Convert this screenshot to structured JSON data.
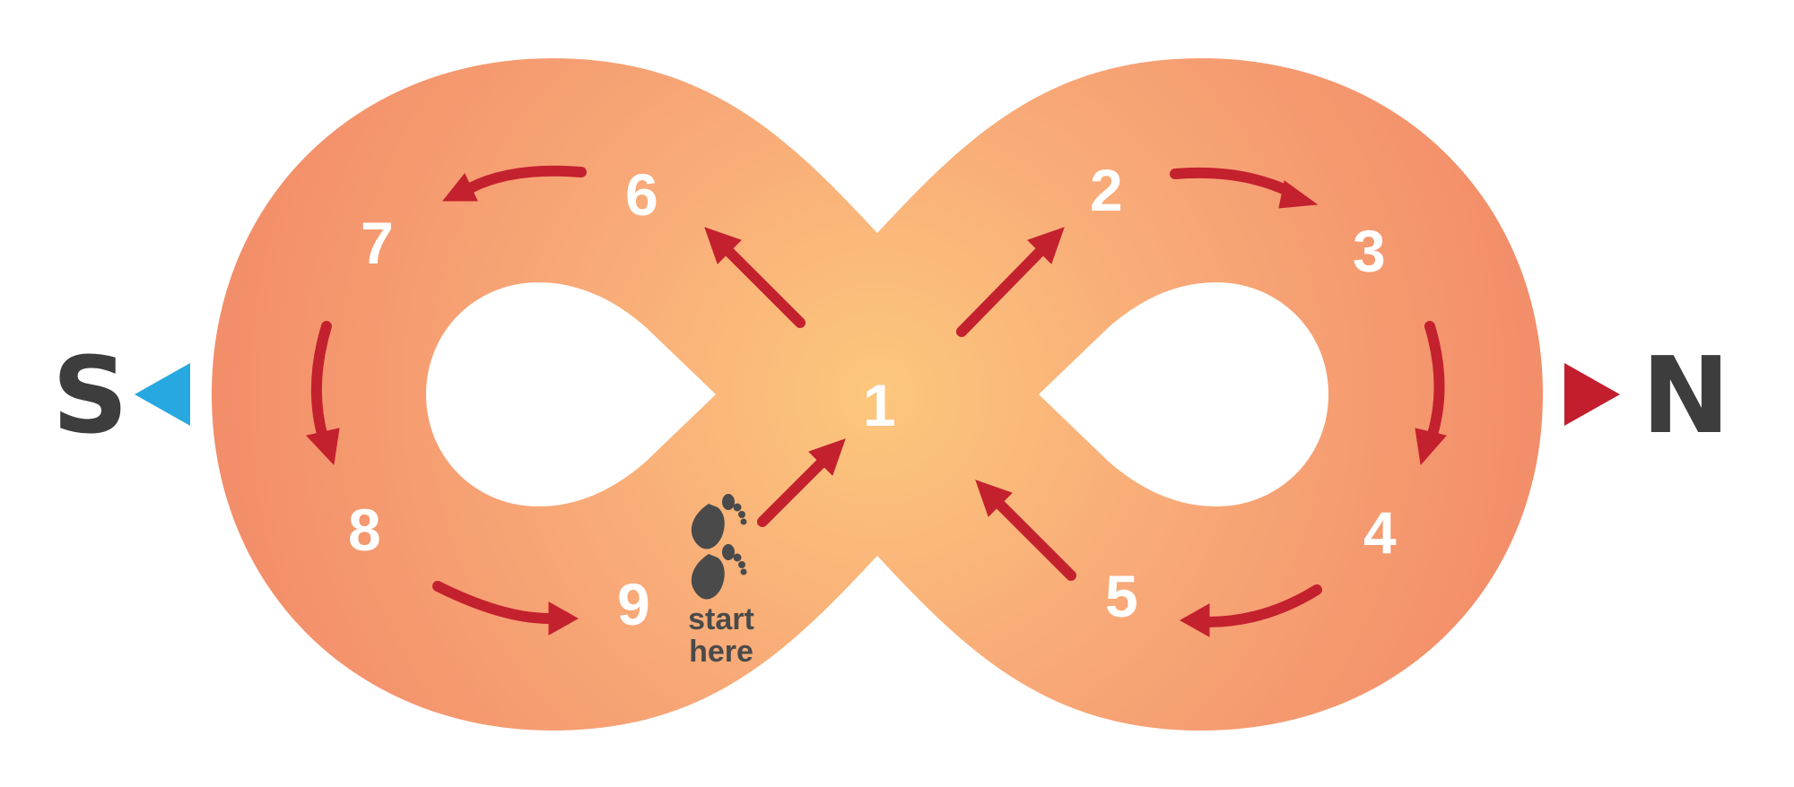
{
  "diagram": {
    "colors": {
      "band_center": "#fcc77d",
      "band_mid": "#f8a877",
      "band_edge": "#f18866",
      "arrow": "#c4212f",
      "number_text": "#ffffff",
      "south_marker": "#27a8e0",
      "north_marker": "#c21e2e",
      "direction_text": "#3d3d3d",
      "footprints": "#4a4a4a"
    },
    "directions": {
      "south": "S",
      "north": "N"
    },
    "steps": [
      "1",
      "2",
      "3",
      "4",
      "5",
      "6",
      "7",
      "8",
      "9"
    ],
    "start_label": [
      "start",
      "here"
    ],
    "icons": {
      "footprints": "footprints-icon",
      "south_marker": "triangle-left-icon",
      "north_marker": "triangle-right-icon"
    }
  }
}
